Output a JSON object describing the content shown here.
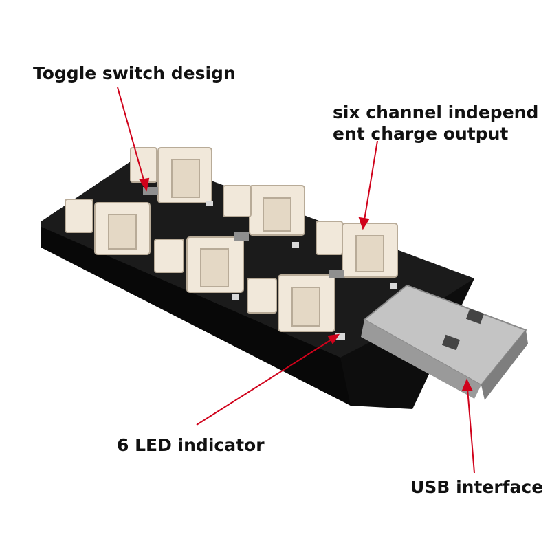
{
  "labels": {
    "toggle": "Toggle switch design",
    "six_line1": "six channel independ",
    "six_line2": "ent charge output",
    "led": "6 LED indicator",
    "usb": "USB interface"
  },
  "colors": {
    "arrow": "#d0021b",
    "board": "#141414",
    "connector": "#f0e6d8",
    "usb_metal": "#b9b9b9"
  }
}
